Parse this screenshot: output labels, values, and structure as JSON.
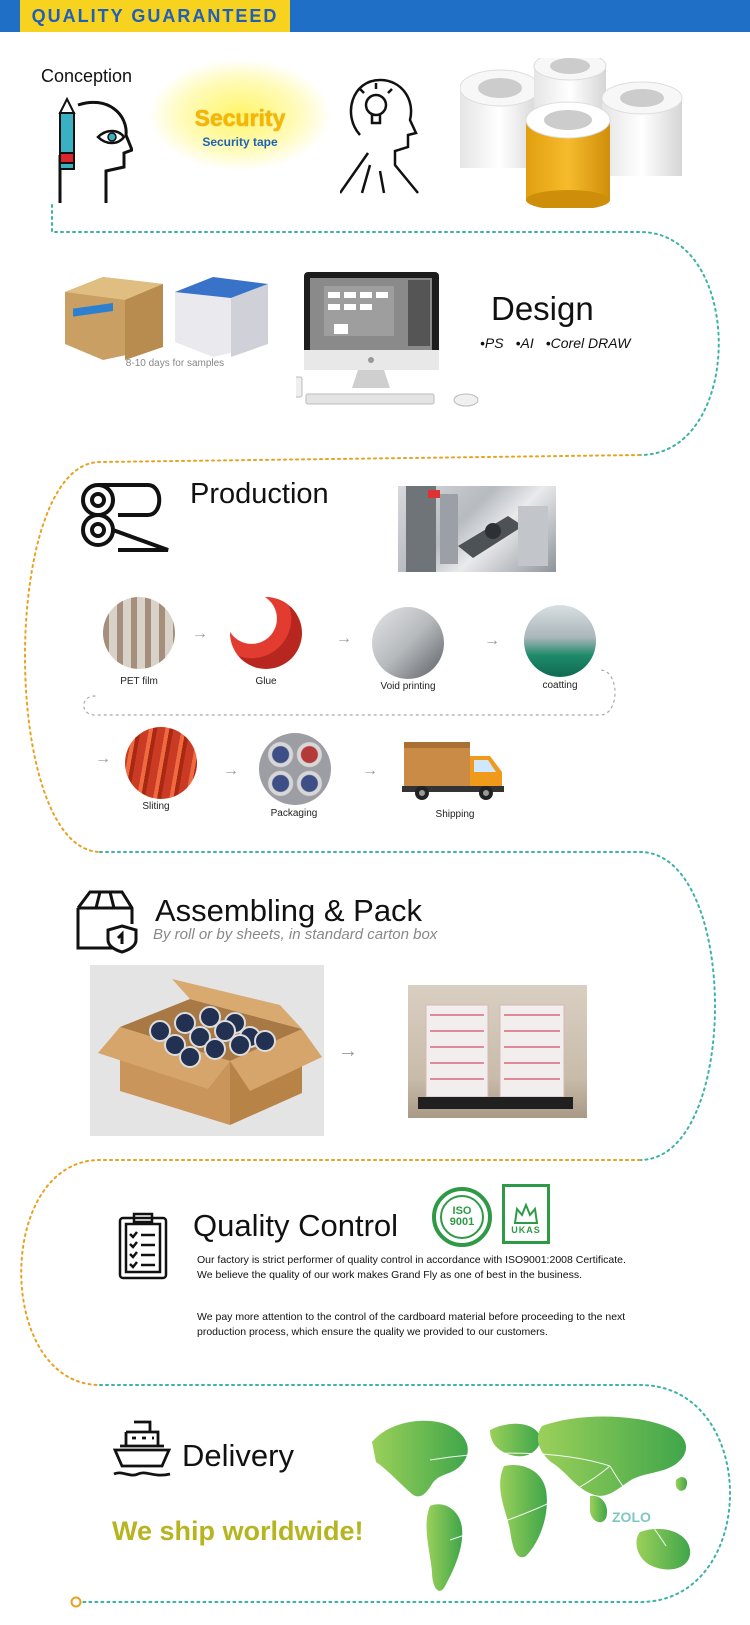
{
  "header": {
    "badge": "QUALITY GUARANTEED"
  },
  "conception": {
    "title": "Conception",
    "security_word": "Security",
    "security_sub": "Security tape"
  },
  "design": {
    "title": "Design",
    "tools": [
      "PS",
      "AI",
      "Corel DRAW"
    ],
    "samples_note": "8-10 days for samples"
  },
  "production": {
    "title": "Production",
    "steps": [
      "PET film",
      "Glue",
      "Void printing",
      "coatting",
      "Sliting",
      "Packaging",
      "Shipping"
    ]
  },
  "assembling": {
    "title": "Assembling & Pack",
    "subtitle": "By roll or by sheets, in standard carton box"
  },
  "quality": {
    "title": "Quality Control",
    "para1": "Our factory is strict performer of quality control in accordance with ISO9001:2008 Certificate. We believe the quality of our work makes Grand Fly as one of best in the business.",
    "para2": "We pay more attention to the control of the cardboard material before proceeding to the next production process, which ensure the quality we provided to our customers.",
    "iso_label": "ISO 9001",
    "ukas_label": "UKAS"
  },
  "delivery": {
    "title": "Delivery",
    "slogan": "We ship worldwide!",
    "map_label": "ZOLO"
  },
  "colors": {
    "header_blue": "#1f6fc7",
    "badge_yellow": "#f7d21e",
    "teal_dots": "#3bb3a6",
    "orange_dots": "#e8a21f",
    "slogan": "#b6b421"
  }
}
